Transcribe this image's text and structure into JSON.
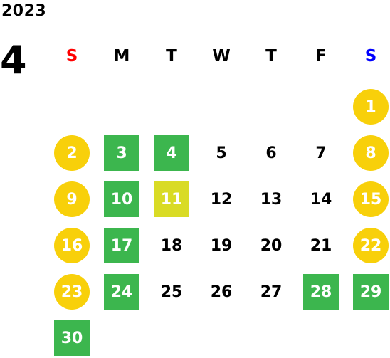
{
  "calendar": {
    "year": "2023",
    "month": "4",
    "weekdays": [
      {
        "label": "S",
        "color": "#ff0000"
      },
      {
        "label": "M",
        "color": "#000000"
      },
      {
        "label": "T",
        "color": "#000000"
      },
      {
        "label": "W",
        "color": "#000000"
      },
      {
        "label": "T",
        "color": "#000000"
      },
      {
        "label": "F",
        "color": "#000000"
      },
      {
        "label": "S",
        "color": "#0000ff"
      }
    ],
    "weeks": [
      [
        null,
        null,
        null,
        null,
        null,
        null,
        {
          "d": "1",
          "s": "holiday"
        }
      ],
      [
        {
          "d": "2",
          "s": "holiday"
        },
        {
          "d": "3",
          "s": "green"
        },
        {
          "d": "4",
          "s": "green"
        },
        {
          "d": "5",
          "s": "plain"
        },
        {
          "d": "6",
          "s": "plain"
        },
        {
          "d": "7",
          "s": "plain"
        },
        {
          "d": "8",
          "s": "holiday"
        }
      ],
      [
        {
          "d": "9",
          "s": "holiday"
        },
        {
          "d": "10",
          "s": "green"
        },
        {
          "d": "11",
          "s": "lime"
        },
        {
          "d": "12",
          "s": "plain"
        },
        {
          "d": "13",
          "s": "plain"
        },
        {
          "d": "14",
          "s": "plain"
        },
        {
          "d": "15",
          "s": "holiday"
        }
      ],
      [
        {
          "d": "16",
          "s": "holiday"
        },
        {
          "d": "17",
          "s": "green"
        },
        {
          "d": "18",
          "s": "plain"
        },
        {
          "d": "19",
          "s": "plain"
        },
        {
          "d": "20",
          "s": "plain"
        },
        {
          "d": "21",
          "s": "plain"
        },
        {
          "d": "22",
          "s": "holiday"
        }
      ],
      [
        {
          "d": "23",
          "s": "holiday"
        },
        {
          "d": "24",
          "s": "green"
        },
        {
          "d": "25",
          "s": "plain"
        },
        {
          "d": "26",
          "s": "plain"
        },
        {
          "d": "27",
          "s": "plain"
        },
        {
          "d": "28",
          "s": "green"
        },
        {
          "d": "29",
          "s": "green"
        }
      ],
      [
        {
          "d": "30",
          "s": "green"
        },
        null,
        null,
        null,
        null,
        null,
        null
      ]
    ],
    "colors": {
      "holiday": "#f8d00a",
      "green": "#3cb64e",
      "lime": "#d9db25"
    }
  }
}
